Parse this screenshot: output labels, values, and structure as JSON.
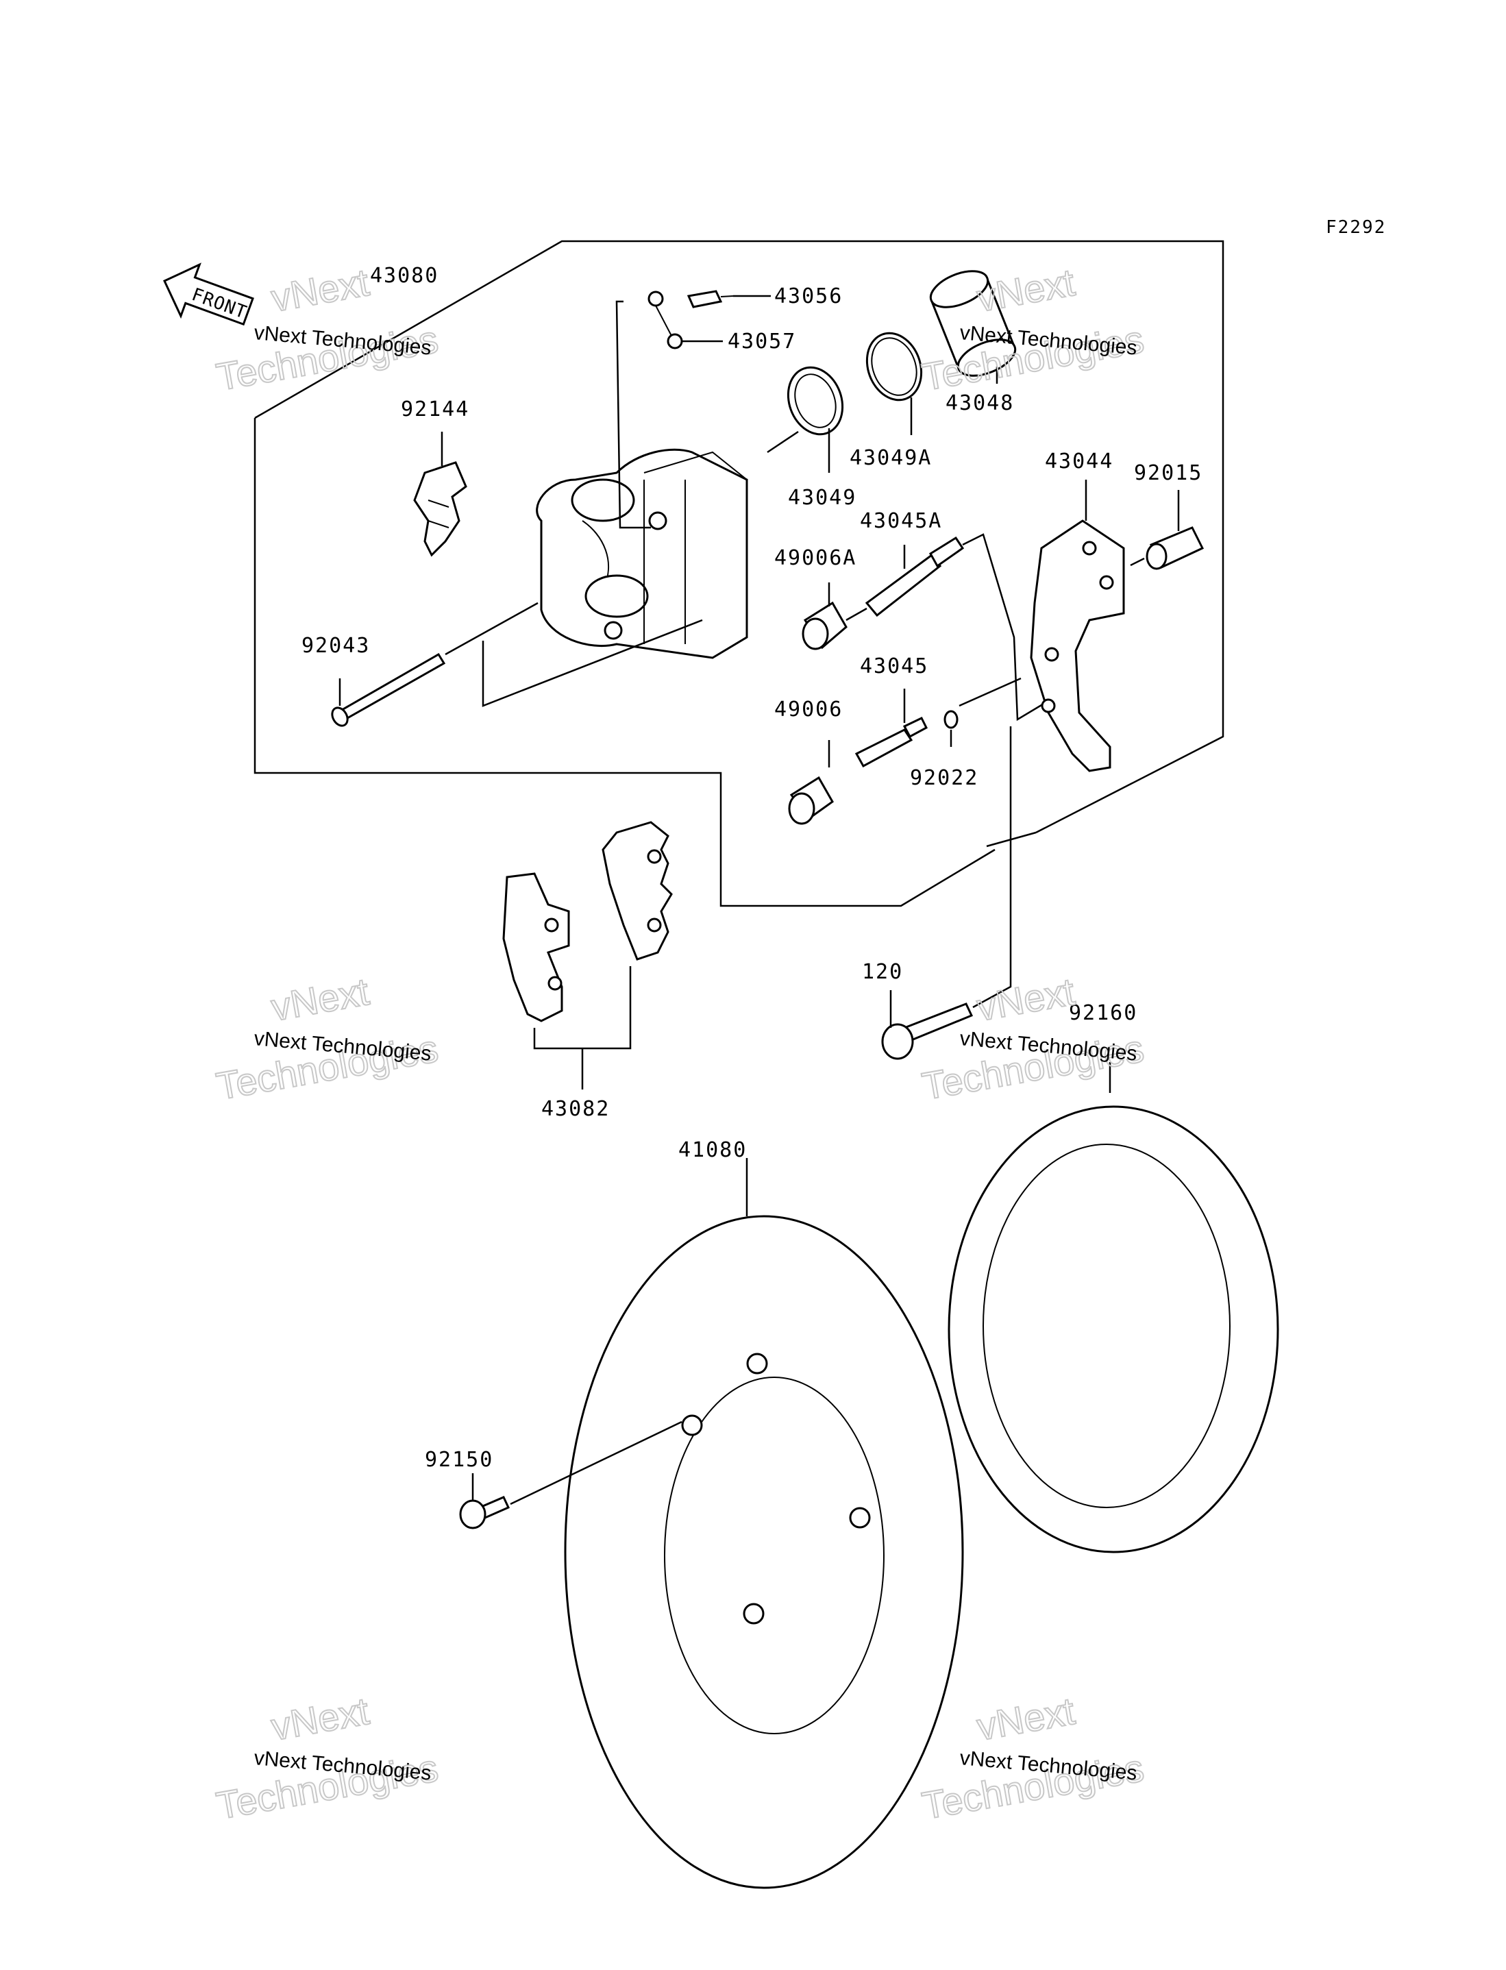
{
  "figure_code": "F2292",
  "front_label": "FRONT",
  "part_labels": {
    "p43080": "43080",
    "p43056": "43056",
    "p43057": "43057",
    "p43048": "43048",
    "p92144": "92144",
    "p43049A": "43049A",
    "p43049": "43049",
    "p43044": "43044",
    "p92015": "92015",
    "p43045A": "43045A",
    "p49006A": "49006A",
    "p92043": "92043",
    "p43045": "43045",
    "p49006": "49006",
    "p92022": "92022",
    "p120": "120",
    "p92160": "92160",
    "p43082": "43082",
    "p41080": "41080",
    "p92150": "92150"
  },
  "watermark": {
    "line1": "vNext Technologies",
    "big_top": "vNext",
    "big_bottom": "Technologies"
  }
}
